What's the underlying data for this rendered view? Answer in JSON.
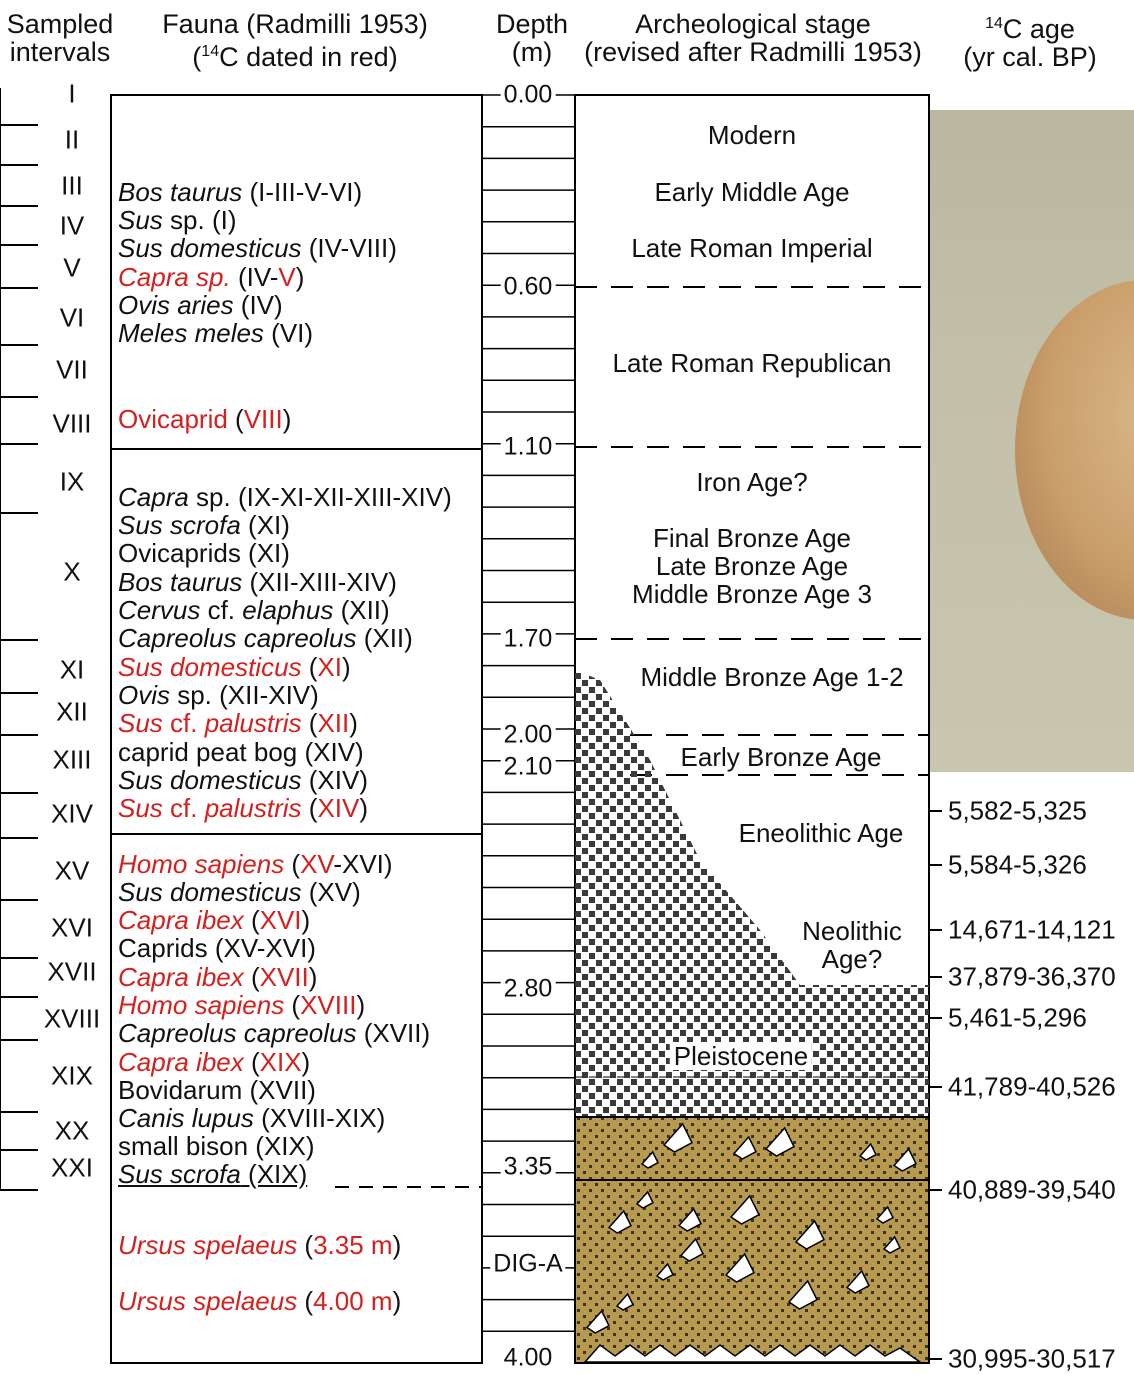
{
  "headers": {
    "sampled_line1": "Sampled",
    "sampled_line2": "intervals",
    "fauna_line1": "Fauna (Radmilli 1953)",
    "fauna_sup": "14",
    "fauna_line2_rest": "C dated in red)",
    "depth_line1": "Depth",
    "depth_line2": "(m)",
    "stage_line1": "Archeological stage",
    "stage_line2": "(revised after Radmilli 1953)",
    "age_sup": "14",
    "age_line1_rest": "C age",
    "age_line2": "(yr cal. BP)"
  },
  "intervals": [
    "I",
    "II",
    "III",
    "IV",
    "V",
    "VI",
    "VII",
    "VIII",
    "IX",
    "X",
    "XI",
    "XII",
    "XIII",
    "XIV",
    "XV",
    "XVI",
    "XVII",
    "XVIII",
    "XIX",
    "XX",
    "XXI"
  ],
  "depth_labels": [
    "0.00",
    "0.60",
    "1.10",
    "1.70",
    "2.00",
    "2.10",
    "2.80",
    "3.35",
    "DIG-A",
    "4.00"
  ],
  "fauna": {
    "f1": {
      "sp": "Bos taurus",
      "rest": " (I-III-V-VI)"
    },
    "f2": {
      "sp": "Sus",
      "rest": " sp. (I)"
    },
    "f3": {
      "sp": "Sus domesticus",
      "rest": " (IV-VIII)"
    },
    "f4": {
      "sp": "Capra sp.",
      "open": " (IV-",
      "num": "V",
      "close": ")"
    },
    "f5": {
      "sp": "Ovis aries",
      "rest": " (IV)"
    },
    "f6": {
      "sp": "Meles meles",
      "rest": " (VI)"
    },
    "f7": {
      "name": "Ovicaprid",
      "open": " (",
      "num": "VIII",
      "close": ")"
    },
    "f8": {
      "sp": "Capra",
      "rest": " sp. (IX-XI-XII-XIII-XIV)"
    },
    "f9": {
      "sp": "Sus scrofa",
      "rest": " (XI)"
    },
    "f10": {
      "name": "Ovicaprids",
      "rest": " (XI)"
    },
    "f11": {
      "sp": "Bos taurus",
      "rest": " (XII-XIII-XIV)"
    },
    "f12": {
      "sp": "Cervus",
      "mid": " cf. ",
      "sp2": "elaphus",
      "rest": " (XII)"
    },
    "f13": {
      "sp": "Capreolus capreolus",
      "rest": " (XII)"
    },
    "f14": {
      "sp": "Sus domesticus",
      "open": " (",
      "num": "XI",
      "close": ")"
    },
    "f15": {
      "sp": "Ovis",
      "rest": " sp. (XII-XIV)"
    },
    "f16": {
      "sp": "Sus",
      "mid": " cf. ",
      "sp2": "palustris",
      "open": " (",
      "num": "XII",
      "close": ")"
    },
    "f17": {
      "name": "caprid peat bog",
      "rest": " (XIV)"
    },
    "f18": {
      "sp": "Sus domesticus",
      "rest": " (XIV)"
    },
    "f19": {
      "sp": "Sus",
      "mid": " cf. ",
      "sp2": "palustris",
      "open": " (",
      "num": "XIV",
      "close": ")"
    },
    "f20": {
      "sp": "Homo sapiens",
      "open": " (",
      "num": "XV",
      "close": "-XVI)"
    },
    "f21": {
      "sp": "Sus domesticus",
      "rest": " (XV)"
    },
    "f22": {
      "sp": "Capra ibex",
      "open": " (",
      "num": "XVI",
      "close": ")"
    },
    "f23": {
      "name": "Caprids",
      "rest": " (XV-XVI)"
    },
    "f24": {
      "sp": "Capra ibex",
      "open": " (",
      "num": "XVII",
      "close": ")"
    },
    "f25": {
      "sp": "Homo sapiens",
      "open": " (",
      "num": "XVIII",
      "close": ")"
    },
    "f26": {
      "sp": "Capreolus capreolus",
      "rest": " (XVII)"
    },
    "f27": {
      "sp": "Capra ibex",
      "open": " (",
      "num": "XIX",
      "close": ")"
    },
    "f28": {
      "name": "Bovidarum",
      "rest": " (XVII)"
    },
    "f29": {
      "sp": "Canis lupus",
      "rest": " (XVIII-XIX)"
    },
    "f30": {
      "name": "small bison",
      "rest": " (XIX)"
    },
    "f31": {
      "sp": "Sus scrofa",
      "rest": " (XIX)"
    },
    "f32": {
      "sp": "Ursus spelaeus",
      "open": " (",
      "num": "3.35 m",
      "close": ")"
    },
    "f33": {
      "sp": "Ursus spelaeus",
      "open": " (",
      "num": "4.00 m",
      "close": ")"
    }
  },
  "stages": {
    "modern": "Modern",
    "early_middle_age": "Early Middle Age",
    "late_roman_imperial": "Late Roman Imperial",
    "late_roman_republican": "Late Roman Republican",
    "iron_age": "Iron Age?",
    "final_bronze": "Final Bronze Age",
    "late_bronze": "Late Bronze Age",
    "middle_bronze_3": "Middle Bronze Age 3",
    "middle_bronze_12": "Middle Bronze Age 1-2",
    "early_bronze": "Early Bronze Age",
    "eneolithic": "Eneolithic Age",
    "neolithic_1": "Neolithic",
    "neolithic_2": "Age?",
    "pleistocene": "Pleistocene"
  },
  "ages": [
    "5,582-5,325",
    "5,584-5,326",
    "14,671-14,121",
    "37,879-36,370",
    "5,461-5,296",
    "41,789-40,526",
    "40,889-39,540",
    "30,995-30,517"
  ],
  "colors": {
    "red": "#d4201f",
    "sediment": "#b89a4f",
    "dots": "#3a3a3a"
  }
}
